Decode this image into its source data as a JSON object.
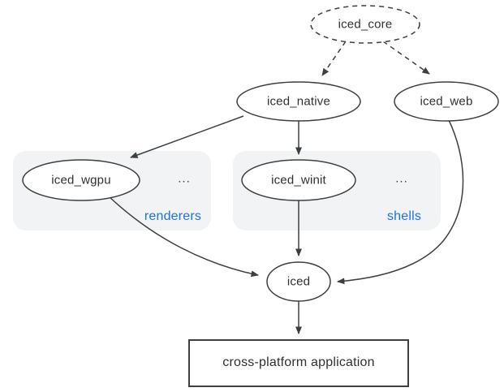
{
  "colors": {
    "accent_blue": "#1a73e8",
    "node_stroke": "#3c4043",
    "node_text": "#2d3134",
    "group_fill": "#f1f3f4",
    "background": "#ffffff"
  },
  "nodes": {
    "iced_core": {
      "label": "iced_core",
      "shape": "ellipse",
      "border": "dashed"
    },
    "iced_native": {
      "label": "iced_native",
      "shape": "ellipse",
      "border": "solid"
    },
    "iced_web": {
      "label": "iced_web",
      "shape": "ellipse",
      "border": "solid"
    },
    "iced_wgpu": {
      "label": "iced_wgpu",
      "shape": "ellipse",
      "border": "solid"
    },
    "iced_winit": {
      "label": "iced_winit",
      "shape": "ellipse",
      "border": "solid"
    },
    "iced": {
      "label": "iced",
      "shape": "ellipse",
      "border": "solid"
    },
    "application": {
      "label": "cross-platform application",
      "shape": "rectangle",
      "border": "solid"
    }
  },
  "groups": {
    "renderers": {
      "label": "renderers",
      "ellipsis": "...",
      "contains": [
        "iced_wgpu"
      ]
    },
    "shells": {
      "label": "shells",
      "ellipsis": "...",
      "contains": [
        "iced_winit"
      ]
    }
  },
  "edges": [
    {
      "from": "iced_core",
      "to": "iced_native",
      "style": "dashed"
    },
    {
      "from": "iced_core",
      "to": "iced_web",
      "style": "dashed"
    },
    {
      "from": "iced_native",
      "to": "iced_wgpu",
      "style": "solid"
    },
    {
      "from": "iced_native",
      "to": "iced_winit",
      "style": "solid"
    },
    {
      "from": "iced_wgpu",
      "to": "iced",
      "style": "solid"
    },
    {
      "from": "iced_winit",
      "to": "iced",
      "style": "solid"
    },
    {
      "from": "iced_web",
      "to": "iced",
      "style": "solid"
    },
    {
      "from": "iced",
      "to": "application",
      "style": "solid"
    }
  ]
}
